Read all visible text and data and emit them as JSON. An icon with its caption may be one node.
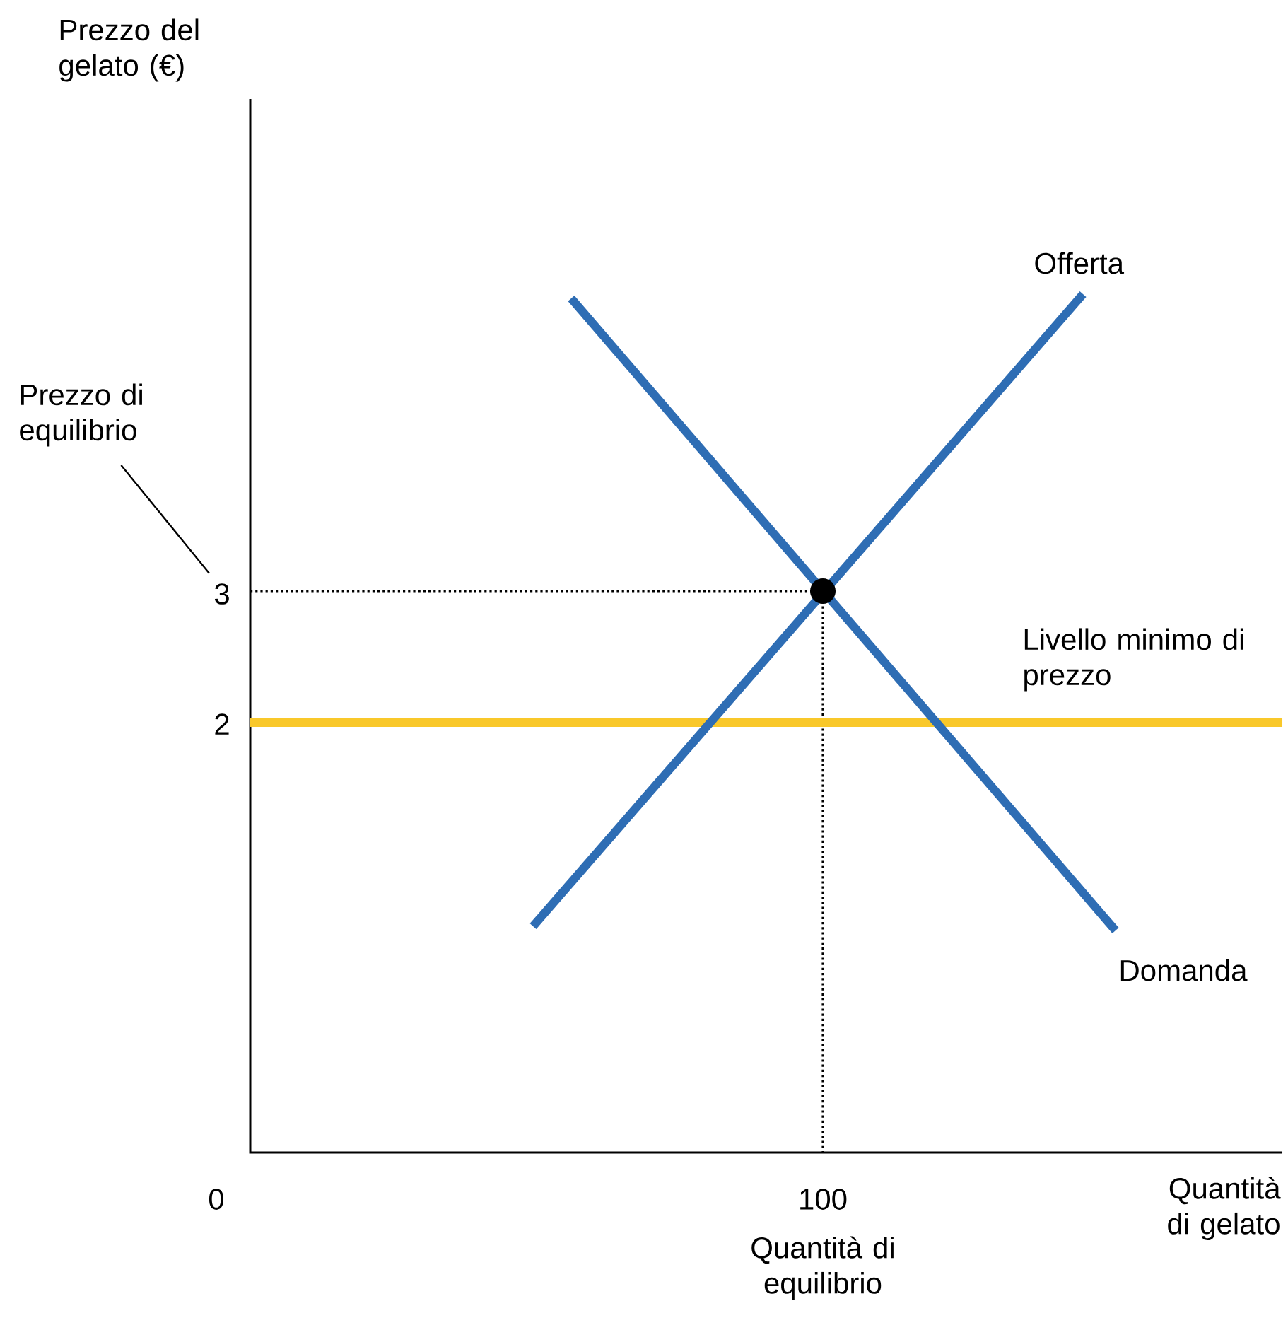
{
  "diagram": {
    "nodes": [
      {
        "text": [
          "Prezzo di equilibrio"
        ]
      },
      {
        "text": [
          "3"
        ]
      }
    ],
    "edges": [
      {
        "from": 0,
        "to": 1,
        "arrow": "none"
      }
    ],
    "labels": [
      "Prezzo del gelato (€)",
      "Offerta",
      "Livello minimo di prezzo",
      "2",
      "Domanda",
      "0",
      "100",
      "Quantità di gelato",
      "Quantità di equilibrio"
    ]
  }
}
